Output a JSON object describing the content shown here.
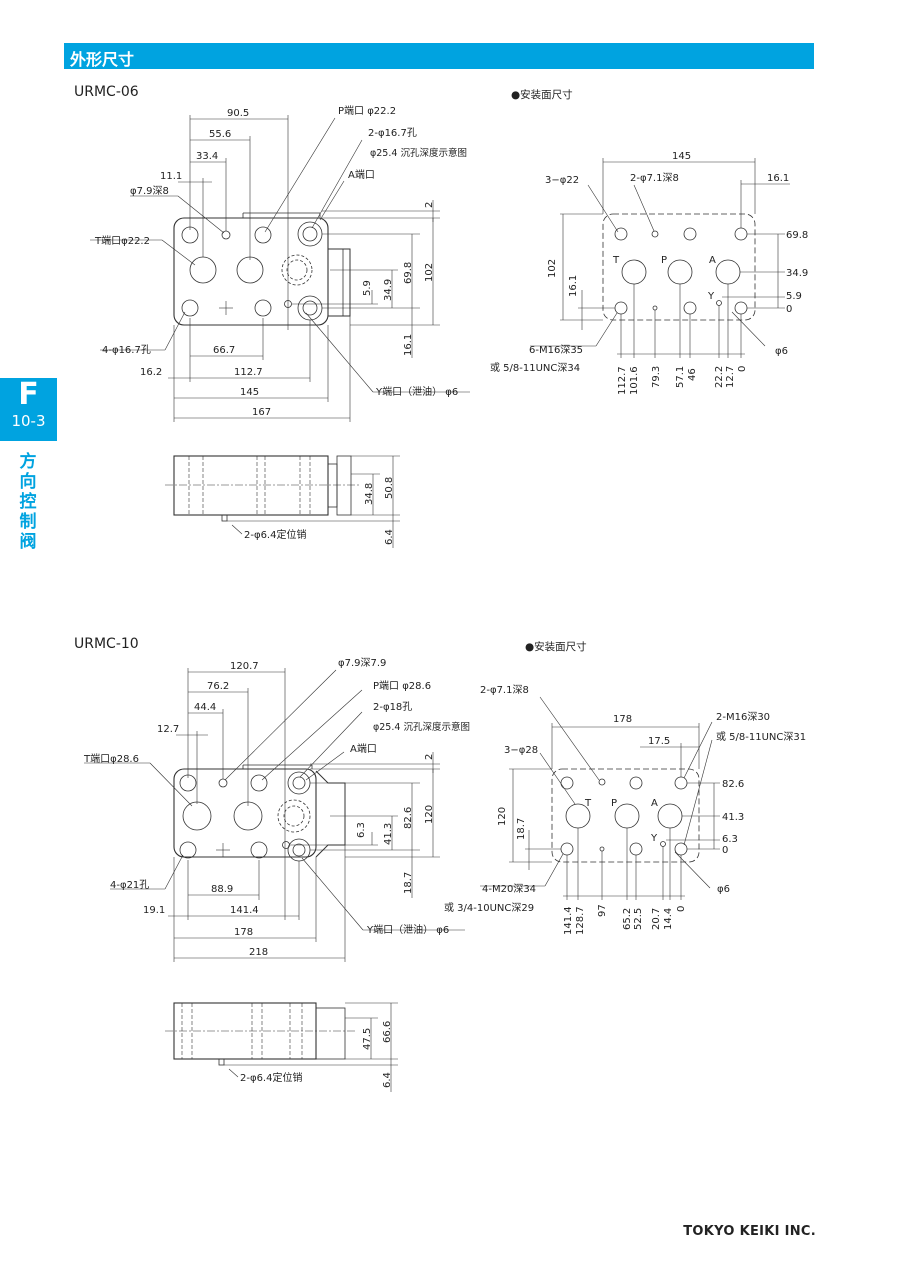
{
  "header": {
    "title": "外形尺寸"
  },
  "side_tab": {
    "letter": "F",
    "page": "10-3",
    "category": "方向控制阀"
  },
  "footer": {
    "company": "TOKYO KEIKI INC."
  },
  "section_06": {
    "model": "URMC-06",
    "mounting_title": "●安装面尺寸",
    "labels": {
      "p_port": "P端口 φ22.2",
      "hole_2": "2-φ16.7孔",
      "counterbore": "φ25.4 沉孔深度示意图",
      "a_port": "A端口",
      "t_port": "T端口φ22.2",
      "pin_hole": "φ7.9深8",
      "hole_4": "4-φ16.7孔",
      "y_port": "Y端口（泄油） φ6",
      "pins": "2-φ6.4定位销"
    },
    "dims": {
      "d90_5": "90.5",
      "d55_6": "55.6",
      "d33_4": "33.4",
      "d11_1": "11.1",
      "d2": "2",
      "d102": "102",
      "d69_8": "69.8",
      "d34_9": "34.9",
      "d5_9": "5.9",
      "d16_1": "16.1",
      "d66_7": "66.7",
      "d16_2": "16.2",
      "d112_7": "112.7",
      "d145": "145",
      "d167": "167",
      "d50_8": "50.8",
      "d34_8": "34.8",
      "d6_4": "6.4"
    },
    "mount": {
      "d145": "145",
      "d16_1": "16.1",
      "l_3_22": "3−φ22",
      "l_2_7_1": "2-φ7.1深8",
      "d69_8": "69.8",
      "d34_9": "34.9",
      "d5_9": "5.9",
      "d0": "0",
      "d102": "102",
      "d16_1v": "16.1",
      "T": "T",
      "P": "P",
      "A": "A",
      "Y": "Y",
      "screw": "6-M16深35",
      "screw_alt": "或 5/8-11UNC深34",
      "phi6": "φ6",
      "b112_7": "112.7",
      "b101_6": "101.6",
      "b79_3": "79.3",
      "b57_1": "57.1",
      "b46": "46",
      "b22_2": "22.2",
      "b12_7": "12.7",
      "b0": "0"
    }
  },
  "section_10": {
    "model": "URMC-10",
    "mounting_title": "●安装面尺寸",
    "labels": {
      "pin_hole": "φ7.9深7.9",
      "p_port": "P端口 φ28.6",
      "hole_2": "2-φ18孔",
      "counterbore": "φ25.4 沉孔深度示意图",
      "a_port": "A端口",
      "t_port": "T端口φ28.6",
      "hole_4": "4-φ21孔",
      "y_port": "Y端口（泄油） φ6",
      "pins": "2-φ6.4定位销"
    },
    "dims": {
      "d120_7": "120.7",
      "d76_2": "76.2",
      "d44_4": "44.4",
      "d12_7": "12.7",
      "d2": "2",
      "d120": "120",
      "d82_6": "82.6",
      "d41_3": "41.3",
      "d6_3": "6.3",
      "d18_7": "18.7",
      "d88_9": "88.9",
      "d19_1": "19.1",
      "d141_4": "141.4",
      "d178": "178",
      "d218": "218",
      "d66_6": "66.6",
      "d47_5": "47.5",
      "d6_4": "6.4"
    },
    "mount": {
      "l_2_7_1": "2-φ7.1深8",
      "d178": "178",
      "screw": "2-M16深30",
      "screw_alt": "或 5/8-11UNC深31",
      "d17_5": "17.5",
      "l_3_28": "3−φ28",
      "d82_6": "82.6",
      "d41_3": "41.3",
      "d6_3": "6.3",
      "d0": "0",
      "d120": "120",
      "d18_7": "18.7",
      "T": "T",
      "P": "P",
      "A": "A",
      "Y": "Y",
      "screw4": "4-M20深34",
      "screw4_alt": "或 3/4-10UNC深29",
      "phi6": "φ6",
      "b141_4": "141.4",
      "b128_7": "128.7",
      "b97": "97",
      "b65_2": "65.2",
      "b52_5": "52.5",
      "b20_7": "20.7",
      "b14_4": "14.4",
      "b0": "0"
    }
  }
}
